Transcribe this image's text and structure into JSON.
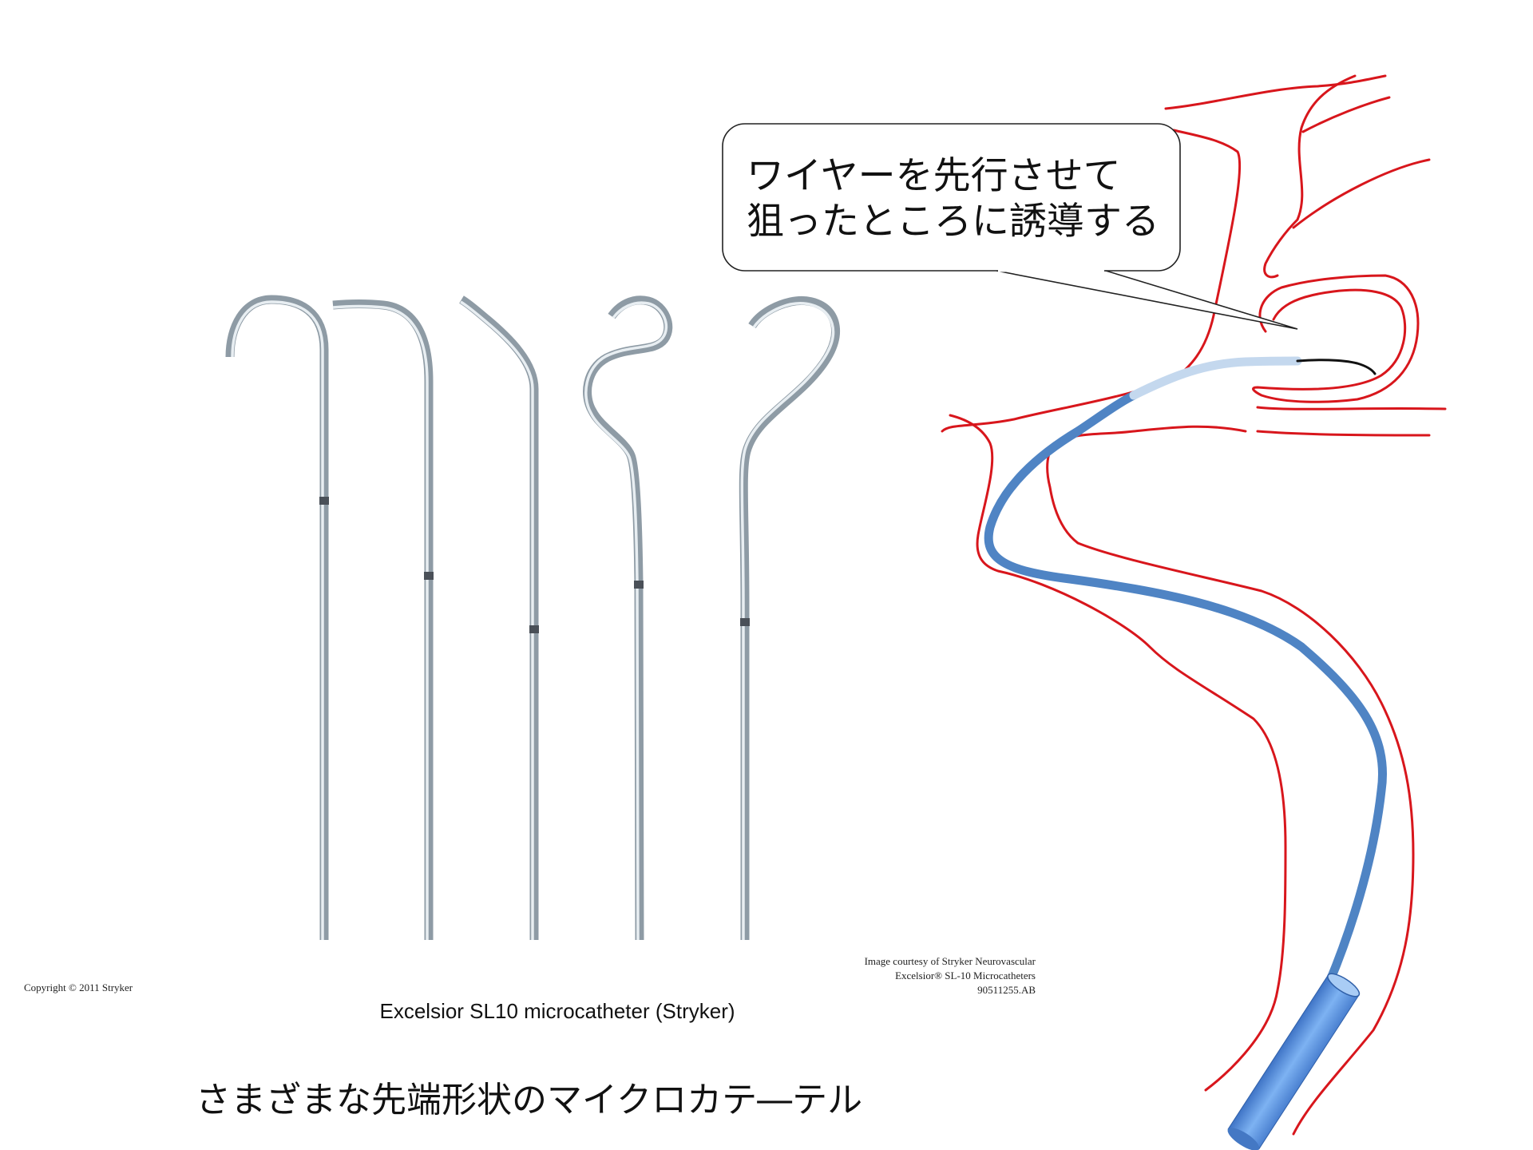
{
  "callout": {
    "line1": "ワイヤーを先行させて",
    "line2": "狙ったところに誘導する"
  },
  "credits": {
    "copyright": "Copyright © 2011 Stryker",
    "courtesy_line1": "Image courtesy of Stryker Neurovascular",
    "courtesy_line2": "Excelsior® SL-10 Microcatheters",
    "courtesy_line3": "90511255.AB"
  },
  "caption": "Excelsior SL10 microcatheter (Stryker)",
  "title": "さまざまな先端形状のマイクロカテ―テル",
  "colors": {
    "vessel": "#d8161c",
    "catheter": "#4f84c4",
    "catheter_tip": "#c4d8ee",
    "guidewire": "#111111",
    "guide_tube": "#6fa3e6"
  }
}
